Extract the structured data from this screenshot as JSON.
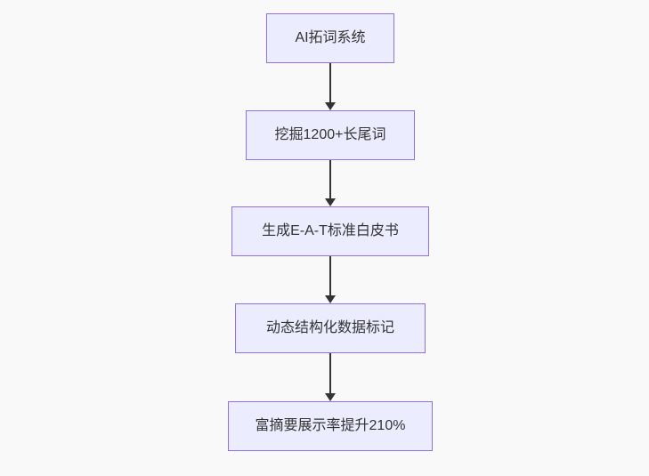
{
  "diagram": {
    "type": "flowchart",
    "direction": "top-down",
    "nodes": [
      {
        "label": "AI拓词系统"
      },
      {
        "label": "挖掘1200+长尾词"
      },
      {
        "label": "生成E-A-T标准白皮书"
      },
      {
        "label": "动态结构化数据标记"
      },
      {
        "label": "富摘要展示率提升210%"
      }
    ],
    "edges": [
      {
        "from": "AI拓词系统",
        "to": "挖掘1200+长尾词"
      },
      {
        "from": "挖掘1200+长尾词",
        "to": "生成E-A-T标准白皮书"
      },
      {
        "from": "生成E-A-T标准白皮书",
        "to": "动态结构化数据标记"
      },
      {
        "from": "动态结构化数据标记",
        "to": "富摘要展示率提升210%"
      }
    ],
    "colors": {
      "canvas_background": "#F9F9F9",
      "node_fill": "#ECECFF",
      "node_border": "#9370DB",
      "edge_line": "#333333",
      "text": "#333333"
    }
  }
}
